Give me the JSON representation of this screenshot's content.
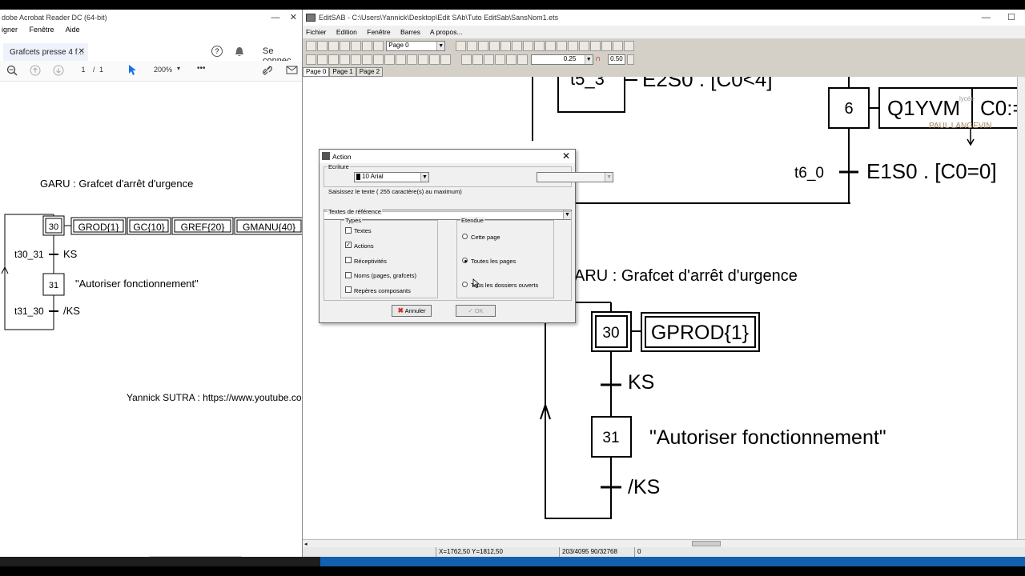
{
  "acrobat": {
    "title": "dobe Acrobat Reader DC (64-bit)",
    "menu": [
      "igner",
      "Fenêtre",
      "Aide"
    ],
    "tab_label": "Grafcets presse 4 f...",
    "tab_close": "✕",
    "help": "?",
    "signin": "Se connec",
    "page_current": "1",
    "page_sep": "/",
    "page_total": "1",
    "zoom": "200%",
    "more": "•••",
    "doc": {
      "heading": "GARU : Grafcet d'arrêt d'urgence",
      "step30": "30",
      "actions": [
        "GROD{1}",
        "GC{10}",
        "GREF{20}",
        "GMANU{40}"
      ],
      "t30_31": "t30_31",
      "cond1": "KS",
      "step31": "31",
      "action31": "\"Autoriser fonctionnement\"",
      "t31_30": "t31_30",
      "cond2": "/KS",
      "footer": "Yannick SUTRA : https://www.youtube.co"
    }
  },
  "editsab": {
    "title": "EditSAB - C:\\Users\\Yannick\\Desktop\\Edit SAb\\Tuto EditSab\\SansNom1.ets",
    "menu": [
      "Fichier",
      "Edition",
      "Fenêtre",
      "Barres",
      "A propos..."
    ],
    "page_combo": "Page 0",
    "line_combo": "0.25",
    "zoom_combo": "0.50",
    "page_tabs": [
      "Page 0",
      "Page 1",
      "Page 2"
    ],
    "canvas": {
      "t5_3": "t5_3",
      "e2s0": "E2S0 . [C0<4]",
      "step6": "6",
      "q1yvm": "Q1YVM",
      "c0assign": "C0:=",
      "t6_0": "t6_0",
      "e1s0": "E1S0 . [C0=0]",
      "heading": "ARU : Grafcet d'arrêt d'urgence",
      "step30": "30",
      "gprod": "GPROD{1}",
      "ks": "KS",
      "step31": "31",
      "action31": "\"Autoriser fonctionnement\"",
      "nks": "/KS",
      "watermark_line1": "lycée",
      "watermark_line2": "PAUL LANGEVIN"
    },
    "status": {
      "coords": "X=1762,50 Y=1812,50",
      "objects": "203/4095 90/32768",
      "value": "0"
    }
  },
  "dialog": {
    "title": "Action",
    "close": "✕",
    "ecriture_legend": "Ecriture",
    "font_value": "10 Arial",
    "second_value": "",
    "prompt": "Saisissez le texte ( 255 caractère(s) au maximum)",
    "text_value": "",
    "ref_legend": "Textes de référence",
    "types_legend": "Types",
    "types": [
      {
        "label": "Textes",
        "checked": ""
      },
      {
        "label": "Actions",
        "checked": "✓"
      },
      {
        "label": "Réceptivités",
        "checked": ""
      },
      {
        "label": "Noms (pages, grafcets)",
        "checked": ""
      },
      {
        "label": "Repères composants",
        "checked": ""
      }
    ],
    "etendue_legend": "Etendue",
    "etendue": [
      {
        "label": "Cette page"
      },
      {
        "label": "Toutes les pages"
      },
      {
        "label": "Tous les dossiers ouverts"
      }
    ],
    "cancel_label": "Annuler",
    "ok_label": "OK",
    "colors": {
      "cancel_icon": "#d03020",
      "ok_disabled": "#9a9a9a"
    }
  }
}
